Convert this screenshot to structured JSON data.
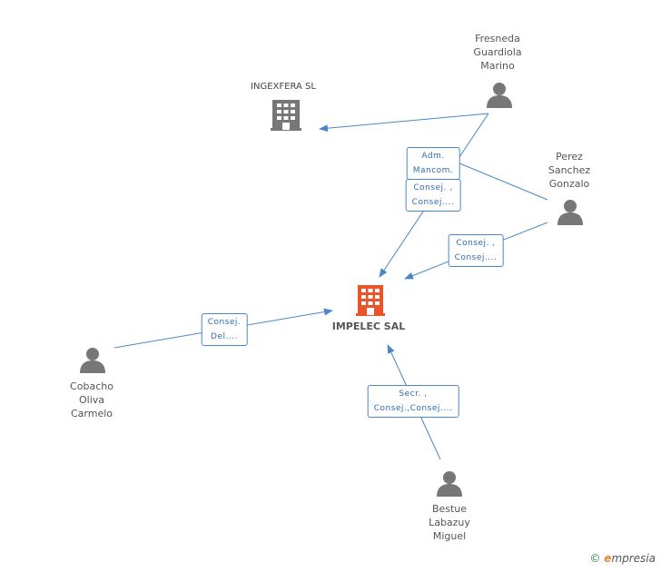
{
  "nodes": {
    "ingexfera": {
      "label": "INGEXFERA SL"
    },
    "impelec": {
      "label": "IMPELEC SAL"
    },
    "fresneda": {
      "label": "Fresneda\nGuardiola\nMarino"
    },
    "perez": {
      "label": "Perez\nSanchez\nGonzalo"
    },
    "cobacho": {
      "label": "Cobacho\nOliva\nCarmelo"
    },
    "bestue": {
      "label": "Bestue\nLabazuy\nMiguel"
    }
  },
  "edges": {
    "adm_mancom": {
      "label": "Adm.\nMancom."
    },
    "consej_1": {
      "label": "Consej. ,\nConsej...."
    },
    "consej_2": {
      "label": "Consej. ,\nConsej...."
    },
    "consej_del": {
      "label": "Consej.\nDel...."
    },
    "secr": {
      "label": "Secr. ,\nConsej.,Consej...."
    }
  },
  "footer": {
    "copyright": "©",
    "brand_e": "e",
    "brand_rest": "mpresia"
  },
  "colors": {
    "edge": "#4a86c8",
    "person": "#777777",
    "company": "#777777",
    "main_company": "#e8552a"
  }
}
